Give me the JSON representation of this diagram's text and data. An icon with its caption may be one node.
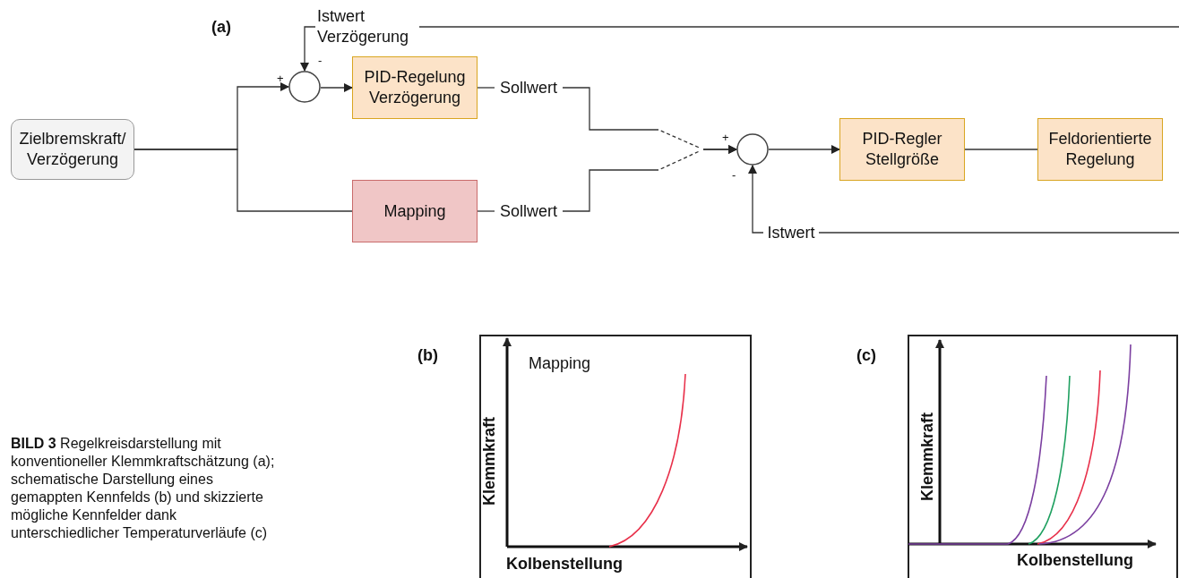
{
  "diagram": {
    "caption": "**BILD 3** Regelkreisdarstellung mit konventioneller Klemmkraftschätzung (a); schematische Darstellung eines gemappten Kennfelds (b) und skizzierte mögliche Kennfelder dank unterschiedlicher Temperaturverläufe (c)",
    "nodes": [
      {
        "text": [
          "Zielbremskraft/ Verzögerung"
        ]
      },
      {
        "text": [],
        "shape": "circle"
      },
      {
        "text": [
          "PID-Regelung Verzögerung"
        ]
      },
      {
        "text": [
          "Mapping"
        ]
      },
      {
        "text": [
          "Sollwert"
        ]
      },
      {
        "text": [
          "Sollwert"
        ]
      },
      {
        "text": [],
        "shape": "circle"
      },
      {
        "text": [
          "PID-Regler Stellgröße"
        ]
      },
      {
        "text": [
          "Feldorientierte Regelung"
        ]
      },
      {
        "text": [
          "Istwert Verzögerung"
        ]
      },
      {
        "text": [
          "Istwert"
        ]
      }
    ],
    "edges": [
      {
        "from": 0,
        "to": 1,
        "arrow": "to"
      },
      {
        "from": 0,
        "to": 3,
        "arrow": "none"
      },
      {
        "from": 1,
        "to": 2,
        "arrow": "to"
      },
      {
        "from": 2,
        "to": 4,
        "arrow": "none"
      },
      {
        "from": 3,
        "to": 5,
        "arrow": "none"
      },
      {
        "from": 4,
        "to": 6,
        "arrow": "to",
        "style": "dashed"
      },
      {
        "from": 5,
        "to": 6,
        "arrow": "to",
        "style": "dashed"
      },
      {
        "from": 6,
        "to": 7,
        "arrow": "to"
      },
      {
        "from": 7,
        "to": 8,
        "arrow": "none"
      },
      {
        "from": null,
        "to": 9,
        "arrow": "none"
      },
      {
        "from": 9,
        "to": 1,
        "arrow": "to"
      },
      {
        "from": null,
        "to": 10,
        "arrow": "none"
      },
      {
        "from": 10,
        "to": 6,
        "arrow": "to"
      }
    ],
    "labels": [
      "(a)",
      "+",
      "-",
      "+",
      "-",
      "(b)",
      "Mapping",
      "Klemmkraft",
      "Kolbenstellung",
      "(c)",
      "Klemmkraft",
      "Kolbenstellung"
    ]
  }
}
